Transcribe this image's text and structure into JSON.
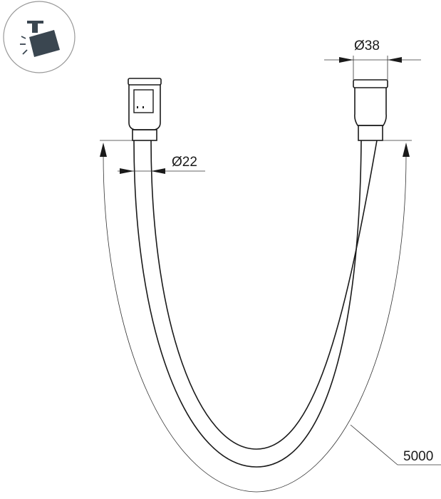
{
  "icon": {
    "name": "track-spotlight-icon"
  },
  "dimensions": {
    "connector_diameter": "Ø38",
    "cable_diameter": "Ø22",
    "length": "5000"
  },
  "colors": {
    "line": "#1a1a1a",
    "icon_body": "#3a4650",
    "icon_circle": "#999999"
  }
}
